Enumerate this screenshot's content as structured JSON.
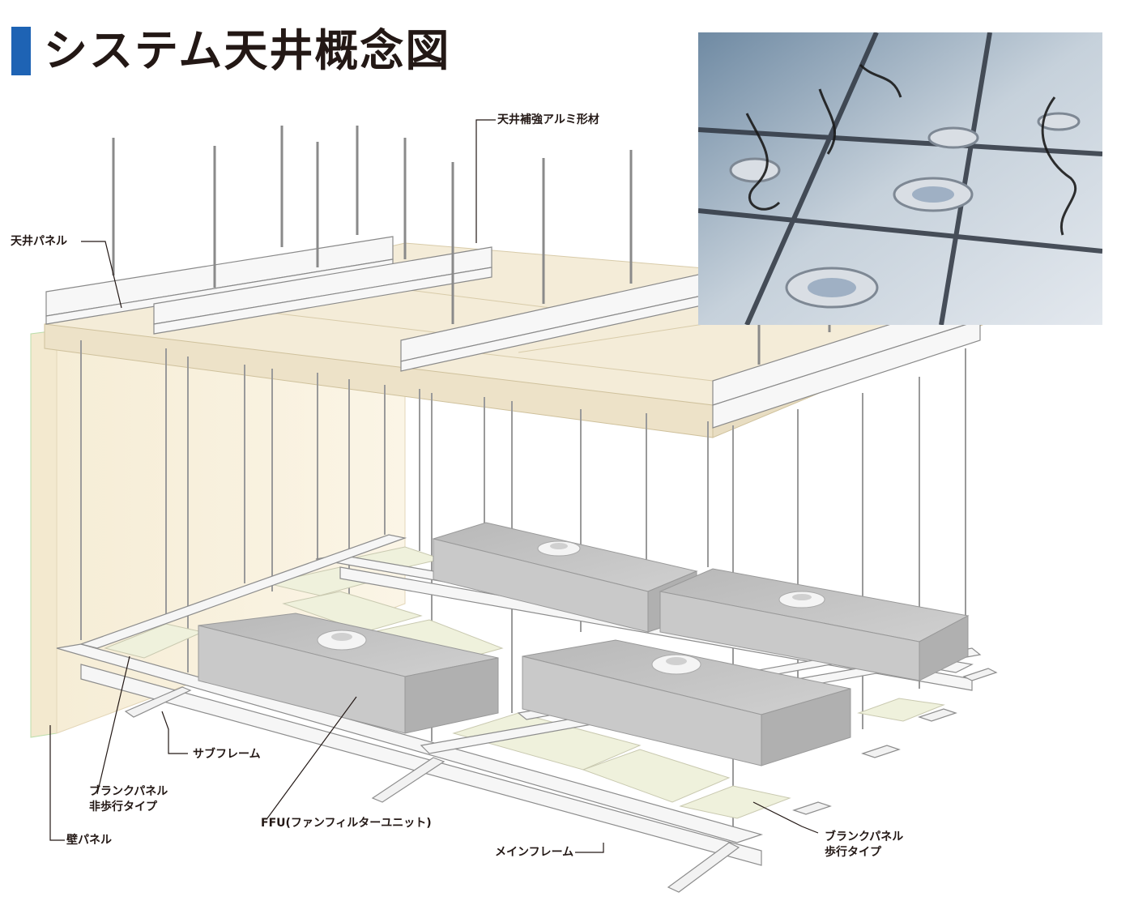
{
  "title": "システム天井概念図",
  "colors": {
    "accent": "#1e63b4",
    "panel": "#f2ead7",
    "frame": "#f4f4f4",
    "ffu": "#c8c8c8",
    "blank": "#eef0dc"
  },
  "labels": {
    "ceiling_reinforcement": "天井補強アルミ形材",
    "ceiling_panel": "天井パネル",
    "sub_frame": "サブフレーム",
    "blank_panel_non_walk": [
      "ブランクパネル",
      "非歩行タイプ"
    ],
    "wall_panel": "壁パネル",
    "ffu": "FFU(ファンフィルターユニット)",
    "main_frame": "メインフレーム",
    "blank_panel_walk": [
      "ブランクパネル",
      "歩行タイプ"
    ]
  },
  "photo": {
    "subject": "clean-room ceiling photo with fan filter units"
  }
}
